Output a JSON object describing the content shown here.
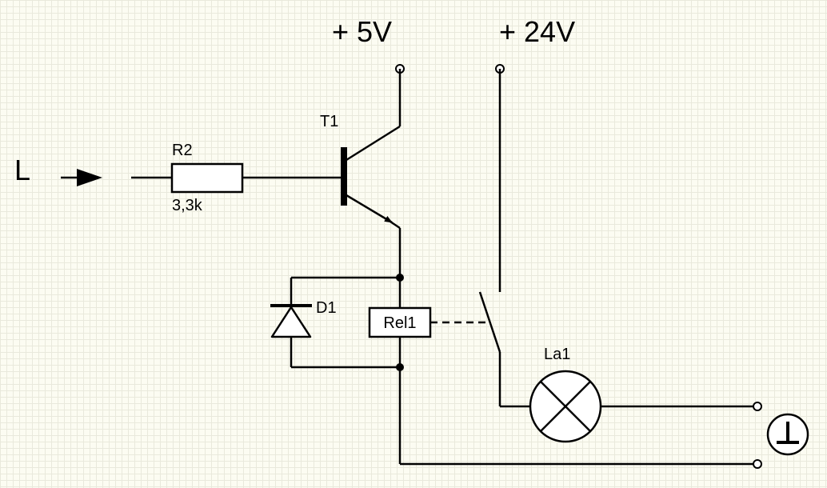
{
  "diagram": {
    "supplies": {
      "v5_label": "+ 5V",
      "v24_label": "+ 24V"
    },
    "input": {
      "label": "L"
    },
    "resistor": {
      "ref": "R2",
      "value": "3,3k"
    },
    "transistor": {
      "ref": "T1"
    },
    "diode": {
      "ref": "D1"
    },
    "relay": {
      "ref": "Rel1"
    },
    "lamp": {
      "ref": "La1"
    }
  }
}
